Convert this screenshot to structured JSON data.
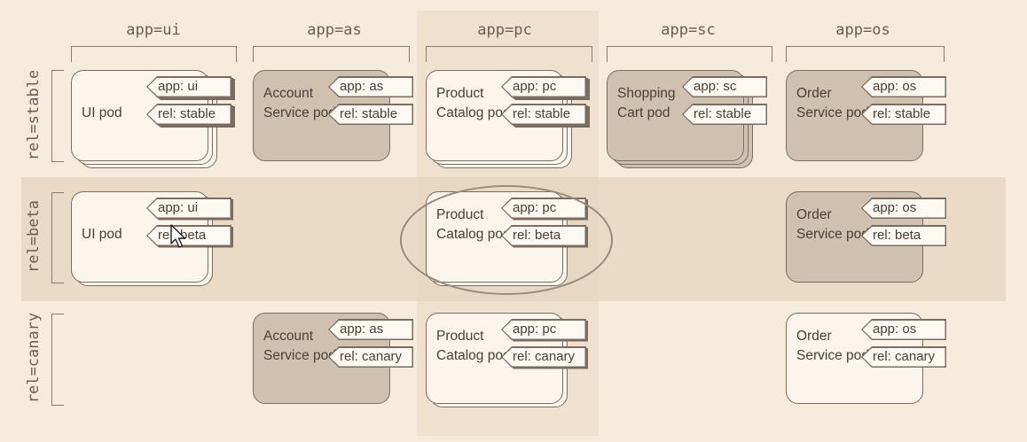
{
  "columns": [
    {
      "label": "app=ui"
    },
    {
      "label": "app=as"
    },
    {
      "label": "app=pc"
    },
    {
      "label": "app=sc"
    },
    {
      "label": "app=os"
    }
  ],
  "rows": [
    {
      "label": "rel=stable"
    },
    {
      "label": "rel=beta"
    },
    {
      "label": "rel=canary"
    }
  ],
  "pods": {
    "ui_stable": {
      "name": "UI pod",
      "app_label": "app: ui",
      "rel_label": "rel: stable",
      "shade": "light",
      "stacked": true
    },
    "as_stable": {
      "name": "Account Service pod",
      "app_label": "app: as",
      "rel_label": "rel: stable",
      "shade": "dark",
      "stacked": false
    },
    "pc_stable": {
      "name": "Product Catalog pod",
      "app_label": "app: pc",
      "rel_label": "rel: stable",
      "shade": "light",
      "stacked": true
    },
    "sc_stable": {
      "name": "Shopping Cart pod",
      "app_label": "app: sc",
      "rel_label": "rel: stable",
      "shade": "dark",
      "stacked": true
    },
    "os_stable": {
      "name": "Order Service pod",
      "app_label": "app: os",
      "rel_label": "rel: stable",
      "shade": "dark",
      "stacked": false
    },
    "ui_beta": {
      "name": "UI pod",
      "app_label": "app: ui",
      "rel_label": "rel: beta",
      "shade": "light",
      "stacked": true
    },
    "pc_beta": {
      "name": "Product Catalog pod",
      "app_label": "app: pc",
      "rel_label": "rel: beta",
      "shade": "light",
      "stacked": true
    },
    "os_beta": {
      "name": "Order Service pod",
      "app_label": "app: os",
      "rel_label": "rel: beta",
      "shade": "dark",
      "stacked": false
    },
    "as_canary": {
      "name": "Account Service pod",
      "app_label": "app: as",
      "rel_label": "rel: canary",
      "shade": "dark",
      "stacked": false
    },
    "pc_canary": {
      "name": "Product Catalog pod",
      "app_label": "app: pc",
      "rel_label": "rel: canary",
      "shade": "light",
      "stacked": true
    },
    "os_canary": {
      "name": "Order Service pod",
      "app_label": "app: os",
      "rel_label": "rel: canary",
      "shade": "light",
      "stacked": false
    }
  },
  "colors": {
    "background": "#f7ecdc",
    "pod_light": "#fbf5ec",
    "pod_dark": "#cfc0b0",
    "outline": "#7b6c60"
  }
}
